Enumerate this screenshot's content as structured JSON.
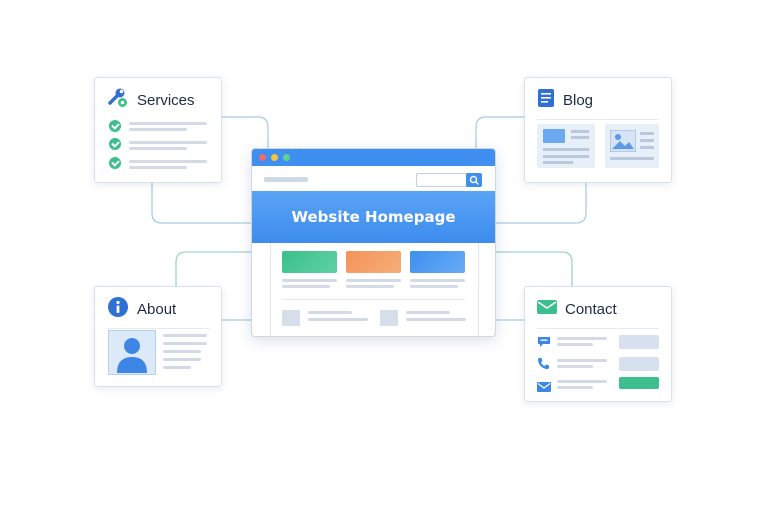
{
  "homepage": {
    "title": "Website Homepage"
  },
  "nodes": {
    "services": {
      "title": "Services",
      "icon": "wrench-gear-icon"
    },
    "blog": {
      "title": "Blog",
      "icon": "document-icon"
    },
    "about": {
      "title": "About",
      "icon": "info-icon"
    },
    "contact": {
      "title": "Contact",
      "icon": "envelope-icon"
    }
  },
  "colors": {
    "accent_blue": "#3e8ff0",
    "accent_green": "#3cbf8c",
    "accent_orange": "#f4935a",
    "connector": "#a9cde0",
    "connector_green": "#9fd6be"
  }
}
